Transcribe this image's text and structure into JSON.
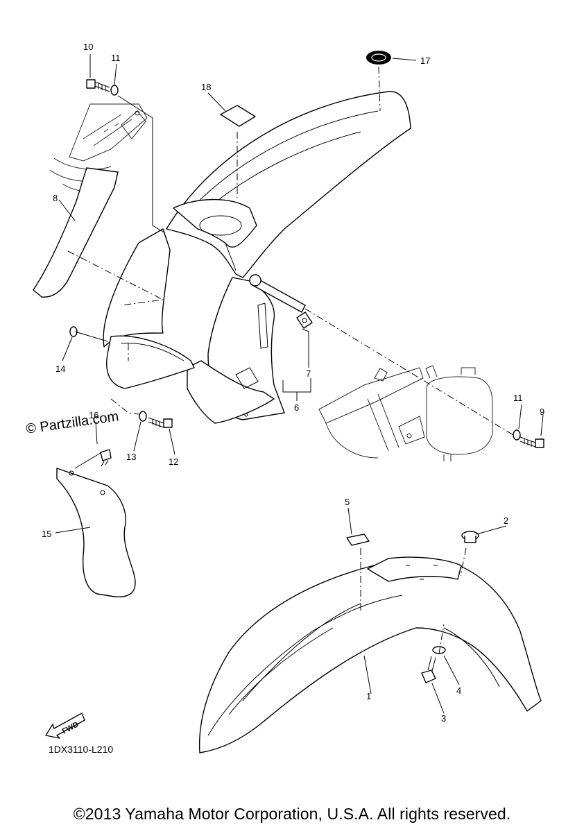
{
  "callouts": [
    {
      "num": "1"
    },
    {
      "num": "2"
    },
    {
      "num": "3"
    },
    {
      "num": "4"
    },
    {
      "num": "5"
    },
    {
      "num": "6"
    },
    {
      "num": "7"
    },
    {
      "num": "8"
    },
    {
      "num": "9"
    },
    {
      "num": "10"
    },
    {
      "num": "11"
    },
    {
      "num": "11"
    },
    {
      "num": "12"
    },
    {
      "num": "13"
    },
    {
      "num": "14"
    },
    {
      "num": "15"
    },
    {
      "num": "16"
    },
    {
      "num": "17"
    },
    {
      "num": "18"
    }
  ],
  "watermark": "© Partzilla.com",
  "fwd_label": "FWD",
  "diagram_code": "1DX3110-L210",
  "copyright": "©2013 Yamaha Motor Corporation, U.S.A. All rights reserved."
}
